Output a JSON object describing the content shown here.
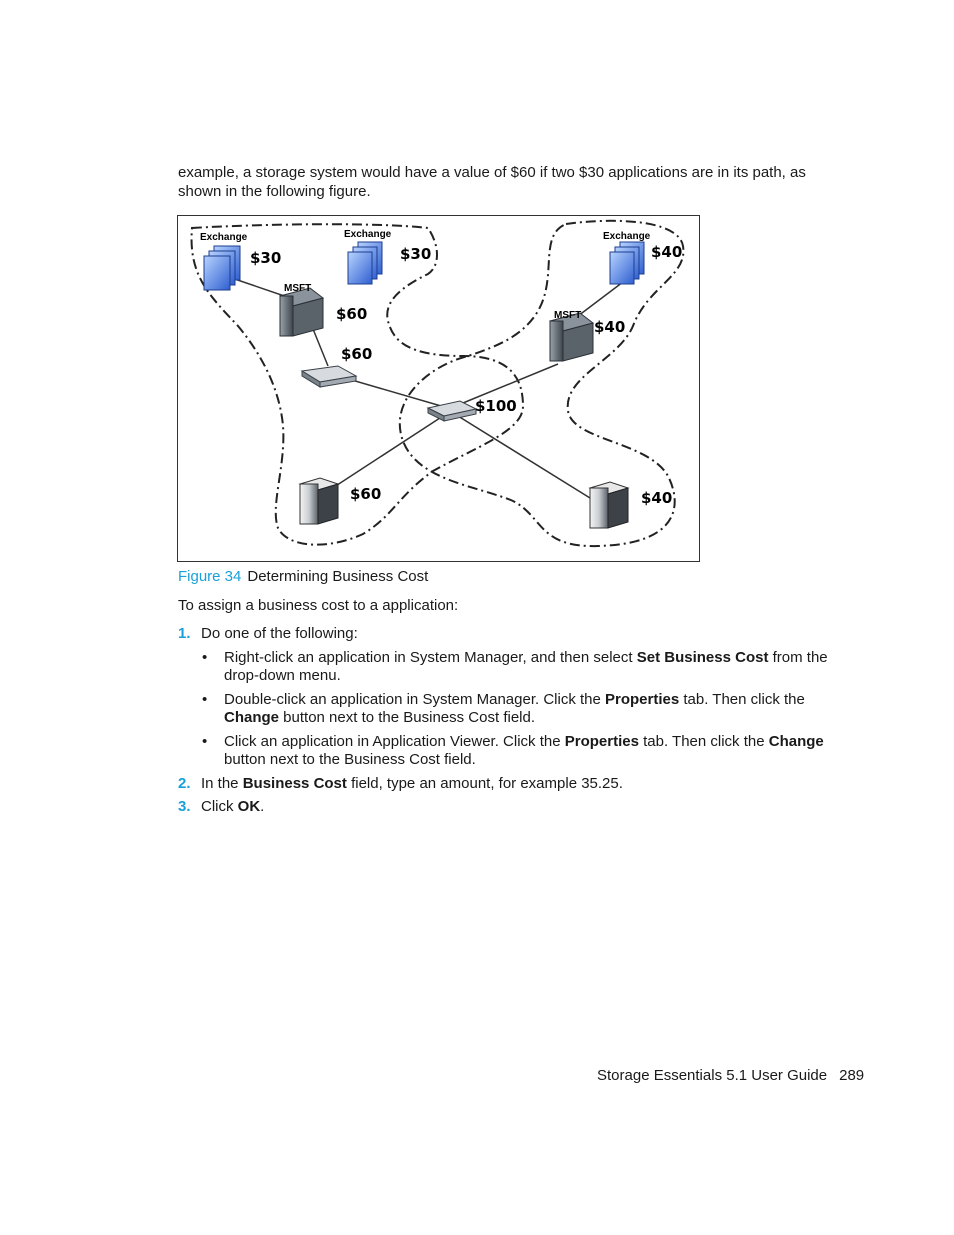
{
  "intro": "example, a storage system would have a value of $60 if two $30 applications are in its path, as shown in the following figure.",
  "figure": {
    "labels": {
      "exchange_1": "Exchange",
      "exchange_2": "Exchange",
      "exchange_3": "Exchange",
      "msft_1": "MSFT",
      "msft_2": "MSFT",
      "cost_exchange_1": "$30",
      "cost_exchange_2": "$30",
      "cost_exchange_3": "$40",
      "cost_msft_1": "$60",
      "cost_msft_2": "$40",
      "cost_switch_1": "$60",
      "cost_switch_center": "$100",
      "cost_storage_1": "$60",
      "cost_storage_2": "$40"
    },
    "caption_label": "Figure 34",
    "caption_text": "Determining Business Cost"
  },
  "assign_text": "To assign a business cost to a application:",
  "steps": {
    "s1_num": "1.",
    "s1_text": "Do one of the following:",
    "bullets": {
      "b1_pre": "Right-click an application in System Manager, and then select ",
      "b1_bold": "Set Business Cost",
      "b1_post": " from the drop-down menu.",
      "b2_pre": "Double-click an application in System Manager. Click the ",
      "b2_bold1": "Properties",
      "b2_mid": " tab. Then click the ",
      "b2_bold2": "Change",
      "b2_post": " button next to the Business Cost field.",
      "b3_pre": "Click an application in Application Viewer. Click the ",
      "b3_bold1": "Properties",
      "b3_mid": " tab. Then click the ",
      "b3_bold2": "Change",
      "b3_post": " button next to the Business Cost field."
    },
    "s2_num": "2.",
    "s2_pre": "In the ",
    "s2_bold": "Business Cost",
    "s2_post": " field, type an amount, for example 35.25.",
    "s3_num": "3.",
    "s3_pre": "Click ",
    "s3_bold": "OK",
    "s3_post": "."
  },
  "footer": {
    "title": "Storage Essentials 5.1 User Guide",
    "page": "289"
  }
}
